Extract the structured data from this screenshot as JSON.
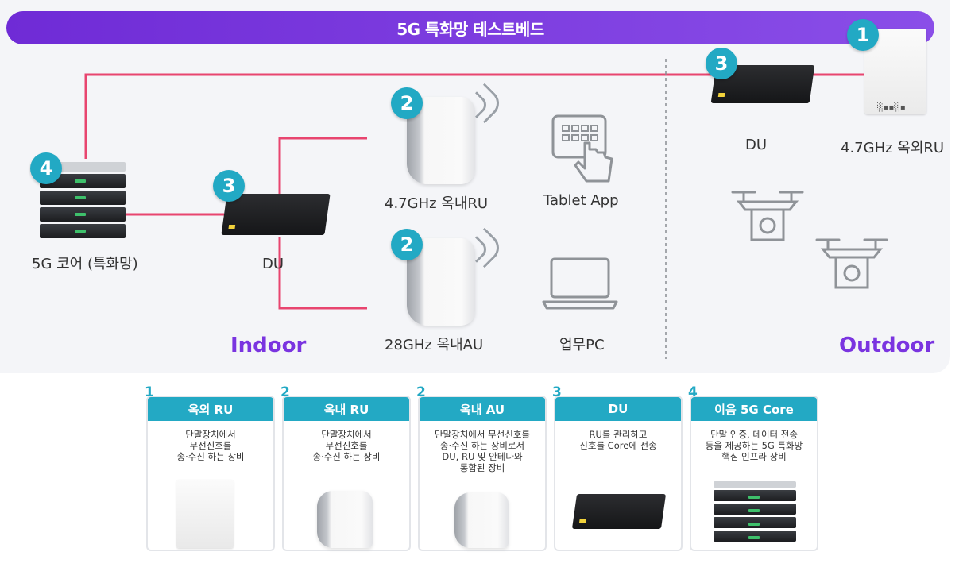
{
  "banner": {
    "title": "5G 특화망 테스트베드"
  },
  "badges": {
    "b1": "1",
    "b2a": "2",
    "b2b": "2",
    "b3_du_out": "3",
    "b3_du_in": "3",
    "b4": "4"
  },
  "labels": {
    "core": "5G 코어 (특화망)",
    "du_indoor": "DU",
    "ru_indoor": "4.7GHz 옥내RU",
    "au_indoor": "28GHz 옥내AU",
    "tablet": "Tablet App",
    "pc": "업무PC",
    "du_outdoor": "DU",
    "ru_outdoor": "4.7GHz 옥외RU"
  },
  "zones": {
    "indoor": "Indoor",
    "outdoor": "Outdoor"
  },
  "ru_plate_text": "░▪▪░▪",
  "cards": [
    {
      "num": "1",
      "title": "옥외 RU",
      "desc": "단말장치에서\n무선신호를\n송·수신 하는 장비"
    },
    {
      "num": "2",
      "title": "옥내 RU",
      "desc": "단말장치에서\n무선신호를\n송·수신 하는 장비"
    },
    {
      "num": "2",
      "title": "옥내 AU",
      "desc": "단말장치에서 무선신호를\n송·수신 하는 장비로서\nDU, RU 및 안테나와\n통합된 장비"
    },
    {
      "num": "3",
      "title": "DU",
      "desc": "RU를 관리하고\n신호를 Core에 전송"
    },
    {
      "num": "4",
      "title": "이음 5G Core",
      "desc": "단말 인증, 데이터 전송\n등을 제공하는 5G 특화망\n핵심 인프라 장비"
    }
  ],
  "colors": {
    "accent": "#7a34e0",
    "badge": "#22a9c4",
    "link": "#e8456f"
  }
}
